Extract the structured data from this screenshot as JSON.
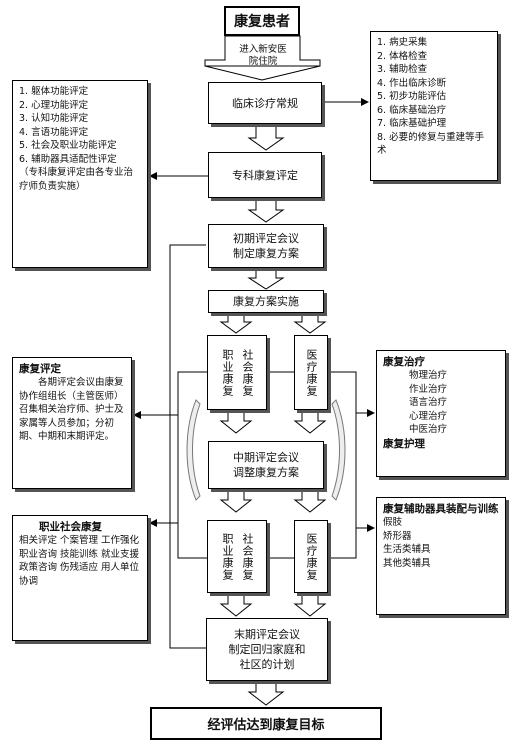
{
  "top": {
    "title": "康复患者",
    "admit_label": [
      "进入新安医",
      "院住院"
    ]
  },
  "flow": {
    "clinical": "临床诊疗常规",
    "specialty": "专科康复评定",
    "initial": [
      "初期评定会议",
      "制定康复方案"
    ],
    "implement": "康复方案实施",
    "voc_medical_1": {
      "voc_a": "职业康复",
      "voc_b": "社会康复",
      "medical": "医疗康复"
    },
    "mid": [
      "中期评定会议",
      "调整康复方案"
    ],
    "voc_medical_2": {
      "voc_a": "职业康复",
      "voc_b": "社会康复",
      "medical": "医疗康复"
    },
    "final": [
      "末期评定会议",
      "制定回归家庭和",
      "社区的计划"
    ],
    "goal": "经评估达到康复目标"
  },
  "right_clinical_list": [
    "1.  病史采集",
    "2.  体格检查",
    "3.  辅助检查",
    "4.  作出临床诊断",
    "5.  初步功能评估",
    "6.  临床基础治疗",
    "7.  临床基础护理",
    "8.  必要的修复与重建等手术"
  ],
  "left_eval_list": [
    "1.  躯体功能评定",
    "2.  心理功能评定",
    "3.  认知功能评定",
    "4.  言语功能评定",
    "5.  社会及职业功能评定",
    "6.  辅助器具适配性评定",
    "（专科康复评定由各专业治疗师负责实施）"
  ],
  "left_assessment": {
    "title": "康复评定",
    "body": "各期评定会议由康复协作组组长（主管医师）召集相关治疗师、护士及家属等人员参加；分初期、中期和末期评定。"
  },
  "left_vocational": {
    "title": "职业社会康复",
    "body": "相关评定  个案管理  工作强化  职业咨询  技能训练  就业支援  政策咨询  伤残适应  用人单位协调"
  },
  "right_treatment": {
    "title": "康复治疗",
    "items": [
      "物理治疗",
      "作业治疗",
      "语言治疗",
      "心理治疗",
      "中医治疗"
    ],
    "footer": "康复护理"
  },
  "right_devices": {
    "title": "康复辅助器具装配与训练",
    "items": [
      "假肢",
      "矫形器",
      "生活类辅具",
      "其他类辅具"
    ]
  }
}
